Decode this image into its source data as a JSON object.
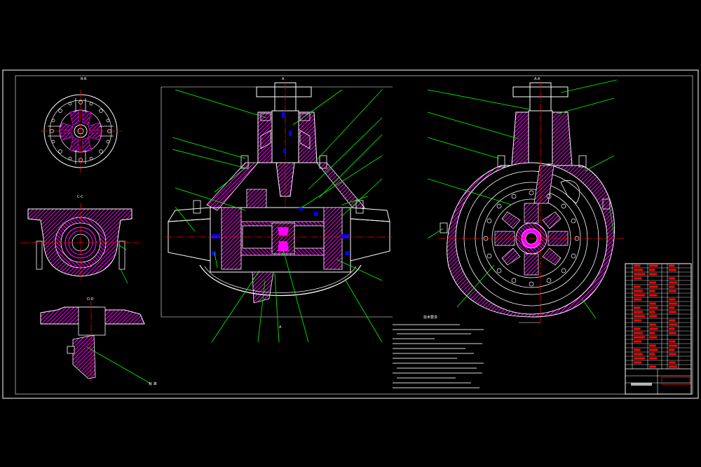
{
  "colors": {
    "background": "#000000",
    "frame": "#ffffff",
    "leader": "#00ff00",
    "hatch": "#ff00ff",
    "center_line": "#ff0000",
    "part_line": "#ffffff",
    "dimension": "#0000ff",
    "title_block_text": "#ff0000"
  },
  "views": {
    "top_left": {
      "title": "B-B"
    },
    "mid_left": {
      "title": "C-C"
    },
    "bottom_left": {
      "title": "D-D",
      "callout": "标 准"
    },
    "main_section": {
      "title": "A",
      "bottom_label": "A"
    },
    "side_section": {
      "title": "A-A"
    }
  },
  "notes": {
    "title": "技术要求"
  }
}
